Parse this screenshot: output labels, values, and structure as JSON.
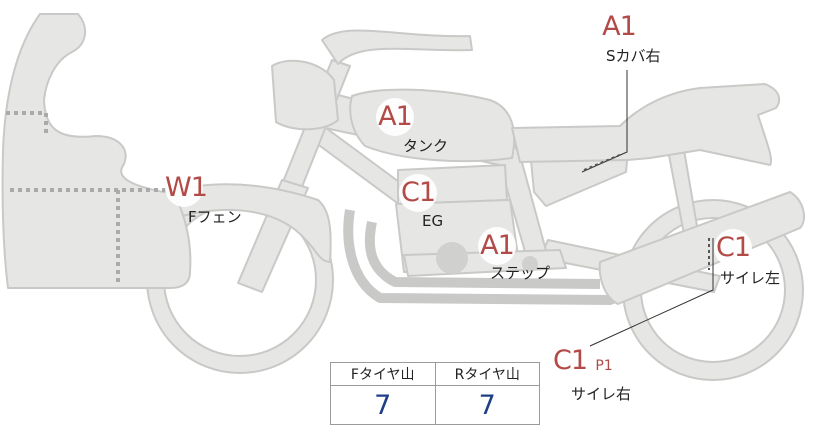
{
  "parts": [
    {
      "id": "s-cover-right",
      "grade": "A1",
      "label": "Sカバ右"
    },
    {
      "id": "tank",
      "grade": "A1",
      "label": "タンク"
    },
    {
      "id": "engine",
      "grade": "C1",
      "label": "EG"
    },
    {
      "id": "front-fender",
      "grade": "W1",
      "label": "Fフェン"
    },
    {
      "id": "step",
      "grade": "A1",
      "label": "ステップ"
    },
    {
      "id": "muffler-left",
      "grade": "C1",
      "label": "サイレ左"
    },
    {
      "id": "muffler-right",
      "grade": "C1",
      "sub_grade": "P1",
      "label": "サイレ右"
    }
  ],
  "tyres": {
    "front_header": "Fタイヤ山",
    "rear_header": "Rタイヤ山",
    "front_value": "7",
    "rear_value": "7"
  },
  "colors": {
    "body_fill": "#e6e6e4",
    "body_stroke": "#c9c9c7",
    "grade_text": "#b24a47",
    "value_text": "#1e3f86"
  }
}
